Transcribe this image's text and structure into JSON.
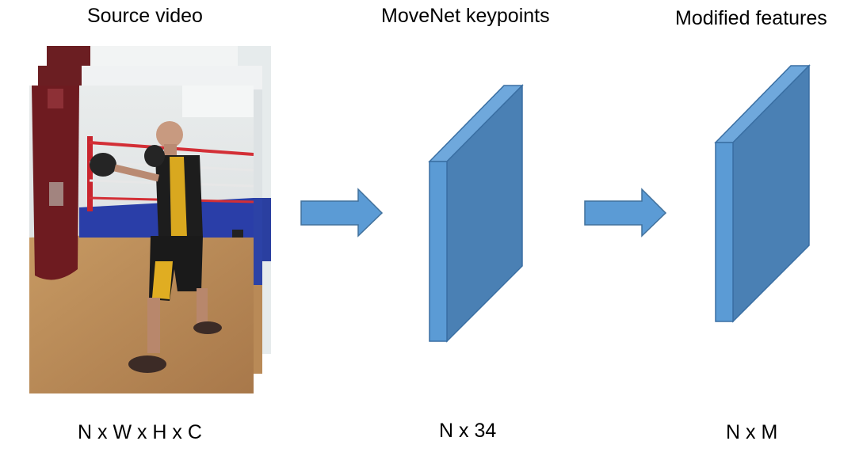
{
  "stages": [
    {
      "title": "Source video",
      "shape": "N x W x H x C"
    },
    {
      "title": "MoveNet keypoints",
      "shape": "N x 34"
    },
    {
      "title": "Modified features",
      "shape": "N x M"
    }
  ],
  "colors": {
    "block_front": "#5b9bd5",
    "block_side": "#4a80b4",
    "block_top": "#6fa8dc",
    "block_edge": "#3a6fa3",
    "arrow_fill": "#5b9bd5",
    "arrow_edge": "#41719c"
  },
  "icons": {
    "source_frames": "video-frame-stack-image",
    "arrows": "right-arrow-icon"
  }
}
